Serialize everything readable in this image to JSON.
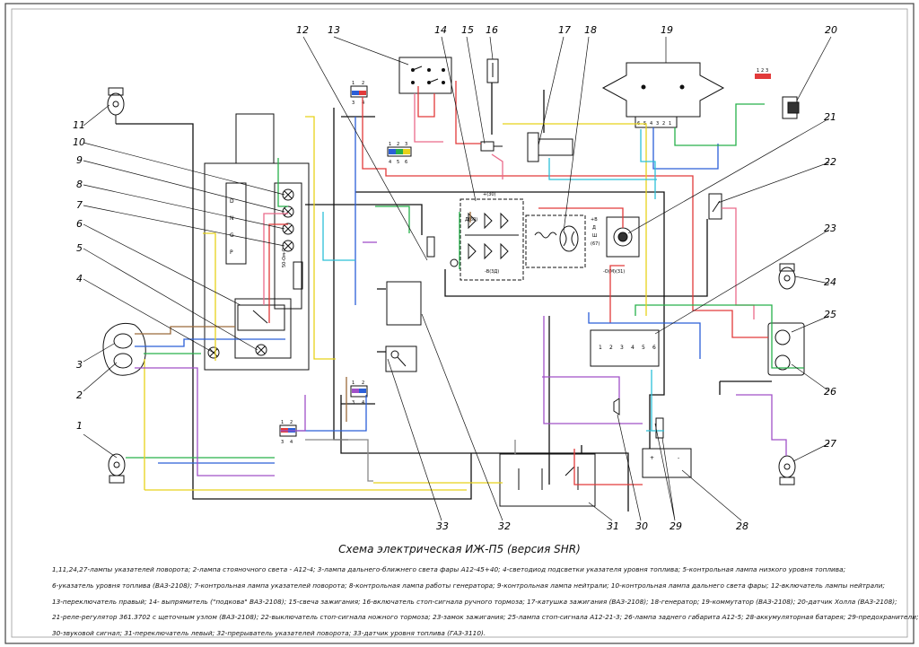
{
  "callouts": [
    "1",
    "2",
    "3",
    "4",
    "5",
    "6",
    "7",
    "8",
    "9",
    "10",
    "11",
    "12",
    "13",
    "14",
    "15",
    "16",
    "17",
    "18",
    "19",
    "20",
    "21",
    "22",
    "23",
    "24",
    "25",
    "26",
    "27",
    "28",
    "29",
    "30",
    "31",
    "32",
    "33"
  ],
  "component_labels": {
    "gear_letters": [
      "P",
      "G",
      "N",
      "D"
    ],
    "sensor_label": "50-Ом-Ом",
    "rect_plus": "+(30)",
    "rect_d": "Д(60)",
    "rect_minus": "-В(3Д)",
    "gen_terms": [
      "+В",
      "Д",
      "Ш",
      "(67)"
    ],
    "gen_minus": "-О(М)(31)",
    "commutator_pins": [
      "6",
      "5",
      "4",
      "3",
      "2",
      "1"
    ],
    "switch_pins": [
      "1",
      "2",
      "3",
      "4",
      "5",
      "6"
    ],
    "conn_top": [
      "1",
      "2"
    ],
    "conn_bottom": [
      "3",
      "4"
    ],
    "conn3_top": [
      "1",
      "2",
      "3"
    ],
    "conn3_bottom": [
      "4",
      "5",
      "6"
    ],
    "hall_pins": [
      "1",
      "2",
      "3"
    ]
  },
  "title": "Схема электрическая ИЖ-П5 (версия SHR)",
  "legend_lines": [
    "1,11,24,27-лампы указателей поворота; 2-лампа стояночного света - А12-4; 3-лампа дальнего-ближнего света фары А12-45+40; 4-светодиод подсветки указателя уровня топлива; 5-контрольная лампа низкого уровня топлива;",
    "6-указатель уровня топлива (ВАЗ-2108); 7-контрольная лампа указателей поворота; 8-контрольная лампа работы генератора; 9-контрольная лампа нейтрали; 10-контрольная лампа дальнего света фары; 12-включатель лампы нейтрали;",
    "13-переключатель правый; 14- выпрямитель (\"подкова\" ВАЗ-2108); 15-свеча зажигания; 16-включатель стоп-сигнала ручного тормоза; 17-катушка зажигания (ВАЗ-2108); 18-генератор; 19-коммутатор (ВАЗ-2108); 20-датчик Холла (ВАЗ-2108);",
    "21-реле-регулятор 361.3702 с щеточным узлом (ВАЗ-2108); 22-выключатель стоп-сигнала ножного тормоза; 23-замок зажигания; 25-лампа стоп-сигнала А12-21-3; 26-лампа заднего габарита А12-5; 28-аккумуляторная батарея; 29-предохранители;",
    "30-звуковой сигнал; 31-переключатель левый; 32-прерыватель указателей поворота; 33-датчик уровня топлива (ГАЗ-3110)."
  ],
  "colors": {
    "red": "#e23a3a",
    "pink": "#ea6a8a",
    "blue": "#2b5fd8",
    "green": "#27b04a",
    "yellow": "#e8d21a",
    "violet": "#a050c8",
    "cyan": "#2cc0d8",
    "brown": "#9a6a3a",
    "black": "#111111",
    "gray": "#888888"
  }
}
